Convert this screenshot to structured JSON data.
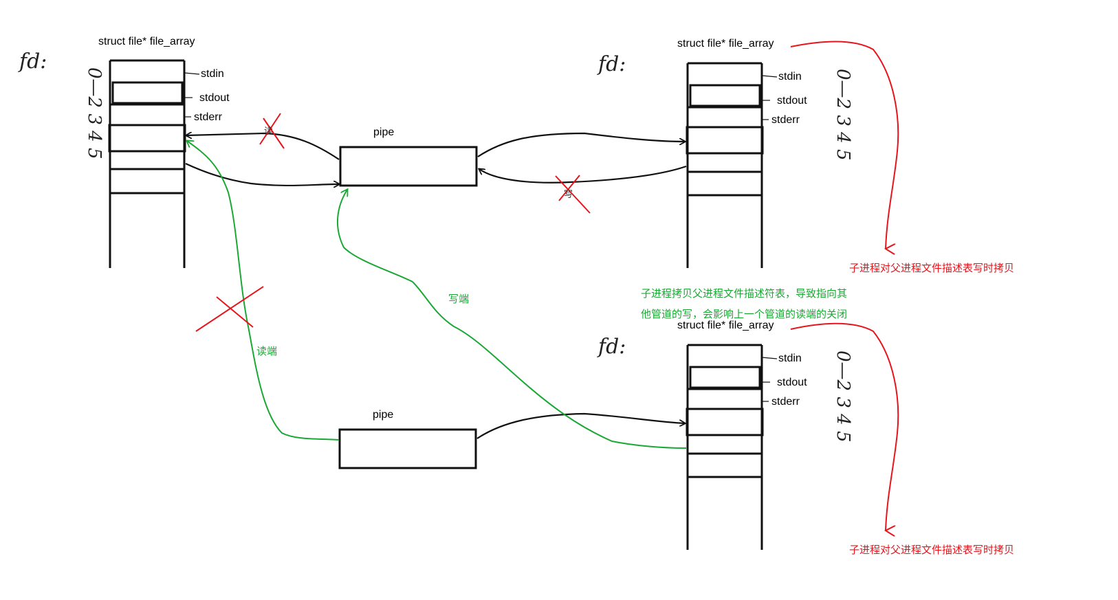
{
  "tables": {
    "parent": {
      "title": "struct file* file_array",
      "fd_label": "fd:",
      "fd_numbers": "0—2 3 4 5",
      "slots": [
        "stdin",
        "stdout",
        "stderr"
      ]
    },
    "child1": {
      "title": "struct file* file_array",
      "fd_label": "fd:",
      "fd_numbers": "0—2 3 4 5",
      "slots": [
        "stdin",
        "stdout",
        "stderr"
      ]
    },
    "child2": {
      "title": "struct file* file_array",
      "fd_label": "fd:",
      "fd_numbers": "0—2 3 4 5",
      "slots": [
        "stdin",
        "stdout",
        "stderr"
      ]
    }
  },
  "pipes": {
    "top": "pipe",
    "bottom": "pipe"
  },
  "annotations": {
    "copy_on_write_1": "子进程对父进程文件描述表写时拷贝",
    "copy_on_write_2": "子进程对父进程文件描述表写时拷贝",
    "note_line1": "子进程拷贝父进程文件描述符表，导致指向其",
    "note_line2": "他管道的写，会影响上一个管道的读端的关闭",
    "write_end": "写端",
    "read_end": "读端",
    "crossed_read": "读",
    "crossed_write": "写"
  },
  "colors": {
    "ink": "#111111",
    "red": "#e8141b",
    "green": "#1aa834"
  }
}
